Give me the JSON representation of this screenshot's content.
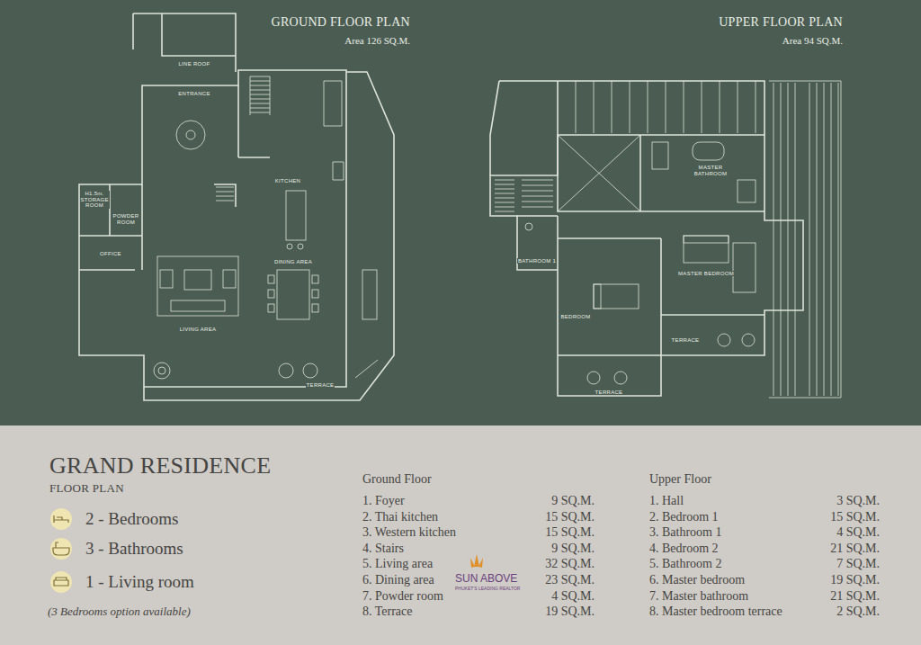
{
  "diagram": {
    "title": "GRAND RESIDENCE",
    "labels": [
      "GROUND FLOOR PLAN",
      "Area 126 SQ.M.",
      "UPPER FLOOR PLAN",
      "Area 94 SQ.M.",
      "LINE ROOF",
      "ENTRANCE",
      "KITCHEN",
      "H1.5m. STORAGE ROOM",
      "POWDER ROOM",
      "OFFICE",
      "LIVING AREA",
      "DINING AREA",
      "TERRACE",
      "MASTER BATHROOM",
      "BATHROOM 1",
      "MASTER BEDROOM",
      "BEDROOM",
      "TERRACE",
      "TERRACE",
      "FLOOR PLAN",
      "(3 Bedrooms option available)",
      "Ground Floor",
      "1. Foyer",
      "9 SQ.M.",
      "2. Thai kitchen",
      "15 SQ.M.",
      "3. Western kitchen",
      "15 SQ.M.",
      "4. Stairs",
      "9 SQ.M.",
      "5. Living area",
      "32 SQ.M.",
      "6. Dining area",
      "23 SQ.M.",
      "7. Powder room",
      "4 SQ.M.",
      "8. Terrace",
      "19 SQ.M.",
      "Upper Floor",
      "1. Hall",
      "3 SQ.M.",
      "2. Bedroom 1",
      "15 SQ.M.",
      "3. Bathroom 1",
      "4 SQ.M.",
      "4. Bedroom 2",
      "21 SQ.M.",
      "5. Bathroom 2",
      "7 SQ.M.",
      "6. Master bedroom",
      "19 SQ.M.",
      "7. Master bathroom",
      "21 SQ.M.",
      "8. Master bedroom terrace",
      "2 SQ.M.",
      "SUN ABOVE",
      "PHUKET'S LEADING REALTOR"
    ],
    "legend": [
      {
        "text": "2 - Bedrooms"
      },
      {
        "text": "3 - Bathrooms"
      },
      {
        "text": "1 - Living room"
      }
    ]
  }
}
